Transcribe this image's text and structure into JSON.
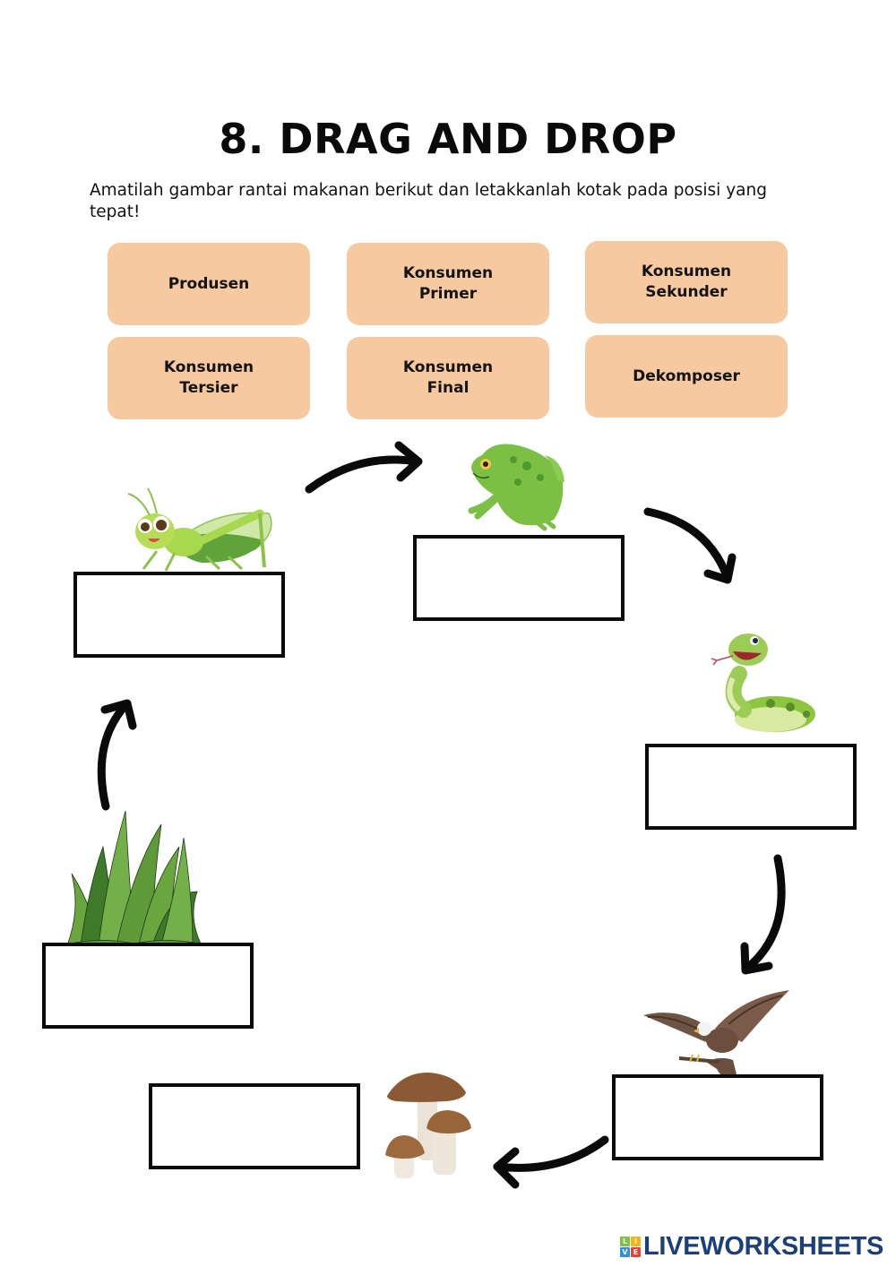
{
  "worksheet": {
    "title": "8. DRAG AND DROP",
    "instructions": "Amatilah gambar rantai makanan berikut dan letakkanlah kotak  pada posisi yang tepat!"
  },
  "draggable_options": [
    {
      "label": "Produsen"
    },
    {
      "label": "Konsumen\nPrimer"
    },
    {
      "label": "Konsumen\nSekunder"
    },
    {
      "label": "Konsumen\nTersier"
    },
    {
      "label": "Konsumen\nFinal"
    },
    {
      "label": "Dekomposer"
    }
  ],
  "food_chain": [
    {
      "organism": "grasshopper",
      "answer": ""
    },
    {
      "organism": "frog",
      "answer": ""
    },
    {
      "organism": "snake",
      "answer": ""
    },
    {
      "organism": "eagle",
      "answer": ""
    },
    {
      "organism": "mushroom",
      "answer": ""
    },
    {
      "organism": "grass",
      "answer": ""
    }
  ],
  "colors": {
    "chip_bg": "#f6c9a0",
    "brand": "#1a3f7a"
  },
  "footer": {
    "brand": "LIVEWORKSHEETS",
    "logo_letters": [
      "L",
      "I",
      "V",
      "E"
    ]
  }
}
